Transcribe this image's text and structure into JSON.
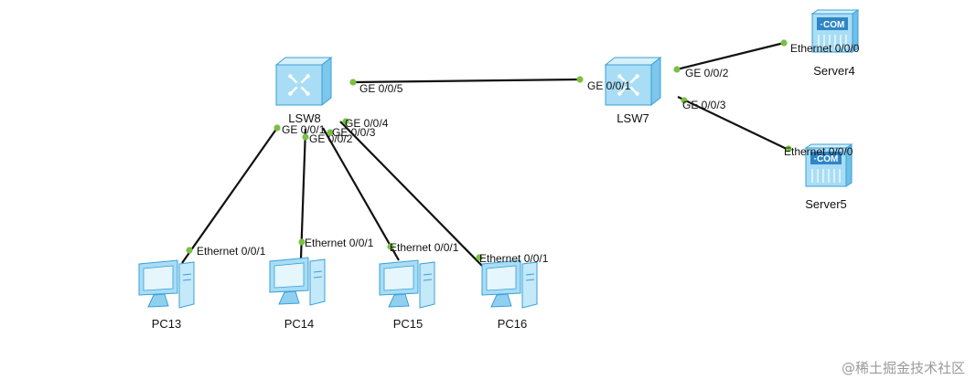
{
  "devices": [
    {
      "id": "lsw8",
      "name": "LSW8",
      "type": "switch"
    },
    {
      "id": "lsw7",
      "name": "LSW7",
      "type": "switch"
    },
    {
      "id": "server4",
      "name": "Server4",
      "type": "server",
      "badge": "·COM"
    },
    {
      "id": "server5",
      "name": "Server5",
      "type": "server",
      "badge": "·COM"
    },
    {
      "id": "pc13",
      "name": "PC13",
      "type": "pc"
    },
    {
      "id": "pc14",
      "name": "PC14",
      "type": "pc"
    },
    {
      "id": "pc15",
      "name": "PC15",
      "type": "pc"
    },
    {
      "id": "pc16",
      "name": "PC16",
      "type": "pc"
    }
  ],
  "links": [
    {
      "from": "lsw8",
      "from_port": "GE 0/0/5",
      "to": "lsw7",
      "to_port": "GE 0/0/1"
    },
    {
      "from": "lsw7",
      "from_port": "GE 0/0/2",
      "to": "server4",
      "to_port": "Ethernet 0/0/0"
    },
    {
      "from": "lsw7",
      "from_port": "GE 0/0/3",
      "to": "server5",
      "to_port": "Ethernet 0/0/0"
    },
    {
      "from": "lsw8",
      "from_port": "GE 0/0/1",
      "to": "pc13",
      "to_port": "Ethernet 0/0/1"
    },
    {
      "from": "lsw8",
      "from_port": "GE 0/0/2",
      "to": "pc14",
      "to_port": "Ethernet 0/0/1"
    },
    {
      "from": "lsw8",
      "from_port": "GE 0/0/3",
      "to": "pc15",
      "to_port": "Ethernet 0/0/1"
    },
    {
      "from": "lsw8",
      "from_port": "GE 0/0/4",
      "to": "pc16",
      "to_port": "Ethernet 0/0/1"
    }
  ],
  "watermark": "@稀土掘金技术社区",
  "colors": {
    "link": "#111111",
    "port_dot": "#7ac143",
    "device_fill": "#a8ddf5",
    "device_stroke": "#3a9fd8",
    "server_badge": "#2f86c6"
  }
}
